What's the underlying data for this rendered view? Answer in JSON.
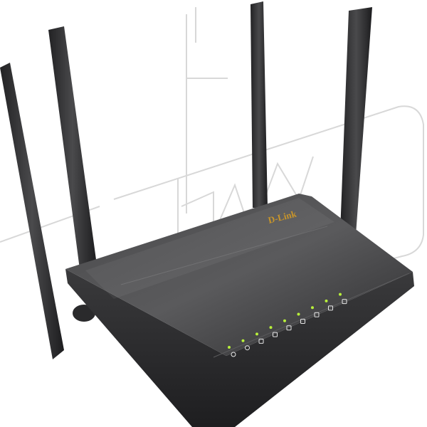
{
  "product": {
    "brand_label": "D-Link",
    "watermark_text": "КНС",
    "led_count": 9,
    "colors": {
      "body": "#3a3a3c",
      "antenna": "#2e2e30",
      "led": "#b8f03a",
      "brand": "#c8952a",
      "watermark": "#d8d8d8"
    }
  }
}
